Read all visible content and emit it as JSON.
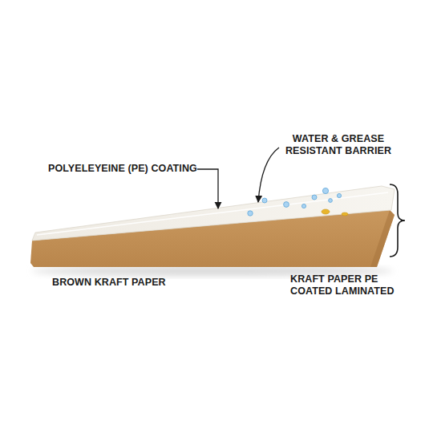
{
  "diagram": {
    "labels": [
      "POLYELEYEINE (PE) COATING",
      "WATER & GREASE RESISTANT BARRIER",
      "BROWN KRAFT PAPER",
      "KRAFT PAPER PE COATED LAMINATED"
    ]
  }
}
